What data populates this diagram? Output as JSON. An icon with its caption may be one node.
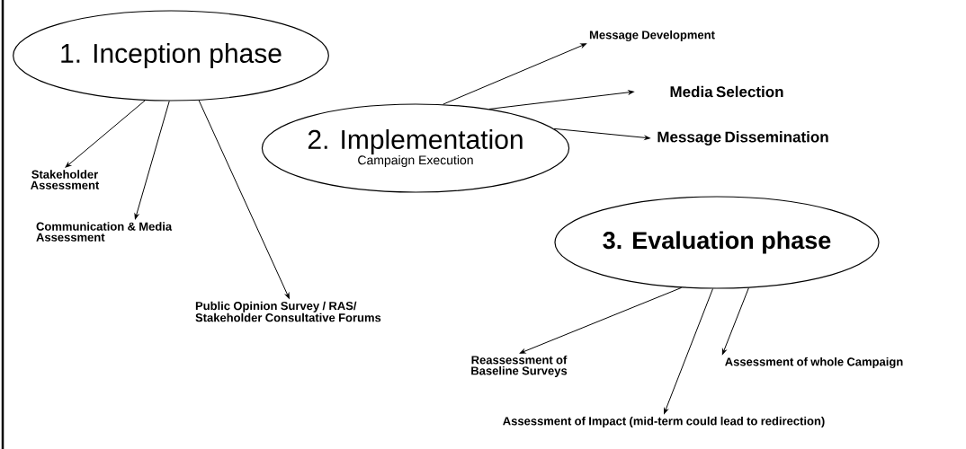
{
  "diagram": {
    "nodes": [
      {
        "text": [
          "1. Inception phase"
        ]
      },
      {
        "text": [
          "Stakeholder Assessment"
        ]
      },
      {
        "text": [
          "Communication & Media Assessment"
        ]
      },
      {
        "text": [
          "Public Opinion Survey / RAS/ Stakeholder Consultative Forums"
        ]
      },
      {
        "text": [
          "2. Implementation",
          "Campaign Execution"
        ]
      },
      {
        "text": [
          "Message Development"
        ]
      },
      {
        "text": [
          "Media Selection"
        ]
      },
      {
        "text": [
          "Message Dissemination"
        ]
      },
      {
        "text": [
          "3. Evaluation phase"
        ]
      },
      {
        "text": [
          "Reassessment of Baseline Surveys"
        ]
      },
      {
        "text": [
          "Assessment of Impact (mid-term could lead to redirection)"
        ]
      },
      {
        "text": [
          "Assessment of whole Campaign"
        ]
      }
    ],
    "edges": [
      {
        "from": 0,
        "to": 1,
        "arrow": "to"
      },
      {
        "from": 0,
        "to": 2,
        "arrow": "to"
      },
      {
        "from": 0,
        "to": 3,
        "arrow": "to"
      },
      {
        "from": 4,
        "to": 5,
        "arrow": "to"
      },
      {
        "from": 4,
        "to": 6,
        "arrow": "to"
      },
      {
        "from": 4,
        "to": 7,
        "arrow": "to"
      },
      {
        "from": 8,
        "to": 9,
        "arrow": "to"
      },
      {
        "from": 8,
        "to": 10,
        "arrow": "to"
      },
      {
        "from": 8,
        "to": 11,
        "arrow": "to"
      }
    ]
  }
}
